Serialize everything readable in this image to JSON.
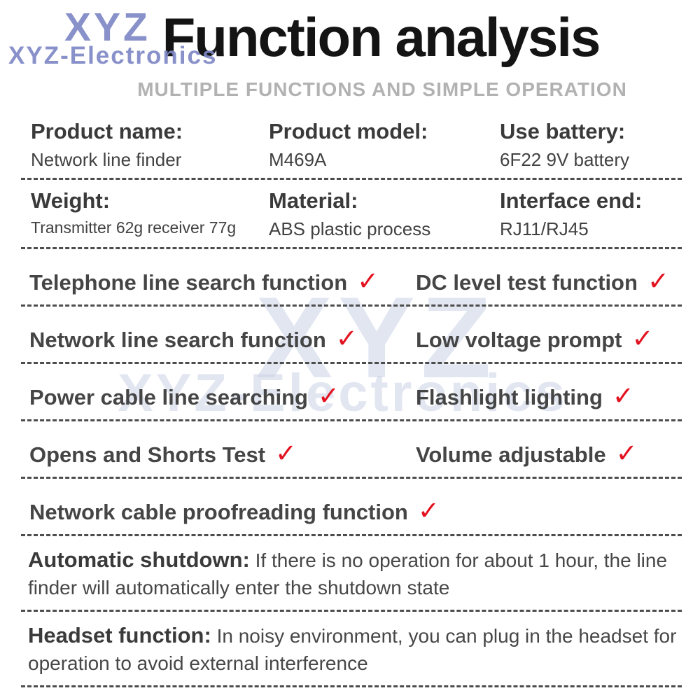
{
  "brand": {
    "logo_top": "XYZ",
    "logo_bottom": "XYZ-Electronics",
    "watermark_top": "XYZ",
    "watermark_bottom": "XYZ-Electronics"
  },
  "header": {
    "title": "Function analysis",
    "subtitle": "MULTIPLE FUNCTIONS AND SIMPLE OPERATION"
  },
  "specs": {
    "row1": [
      {
        "label": "Product name:",
        "value": "Network line finder"
      },
      {
        "label": "Product model:",
        "value": "M469A"
      },
      {
        "label": "Use battery:",
        "value": "6F22 9V battery"
      }
    ],
    "row2": [
      {
        "label": "Weight:",
        "value": "Transmitter 62g receiver 77g"
      },
      {
        "label": "Material:",
        "value": "ABS plastic process"
      },
      {
        "label": "Interface end:",
        "value": "RJ11/RJ45"
      }
    ]
  },
  "functions": {
    "checkmark": "✓",
    "rows": [
      {
        "left": "Telephone line search function",
        "right": "DC level test function"
      },
      {
        "left": "Network line search function",
        "right": "Low voltage prompt"
      },
      {
        "left": "Power cable line searching",
        "right": "Flashlight lighting"
      },
      {
        "left": "Opens and Shorts Test",
        "right": "Volume adjustable"
      },
      {
        "left": "Network cable proofreading function"
      }
    ]
  },
  "notes": [
    {
      "label": "Automatic shutdown:",
      "text": " If there is no operation for about 1 hour, the line finder will automatically enter the shutdown state"
    },
    {
      "label": "Headset function:",
      "text": " In noisy environment, you can plug in the headset for operation to avoid external interference"
    }
  ],
  "colors": {
    "accent_red": "#e31220",
    "brand_blue": "#7e88c5",
    "watermark_blue": "#ccd3e6",
    "text_dark": "#3d3d3d",
    "subtitle_gray": "#b2b2b2"
  }
}
